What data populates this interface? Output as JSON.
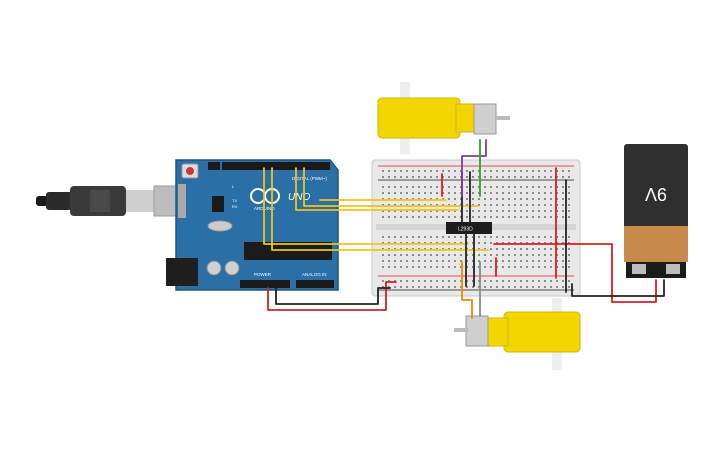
{
  "arduino": {
    "logo_text": "UNO",
    "brand_text": "ARDUINO",
    "digital_label": "DIGITAL (PWM~)",
    "analog_label": "ANALOG IN",
    "power_label": "POWER",
    "tx_label": "TX",
    "rx_label": "RX",
    "l_label": "L"
  },
  "chip": {
    "label": "L293D"
  },
  "battery": {
    "label": "9V"
  },
  "colors": {
    "board": "#2a6fa5",
    "board_edge": "#1d5583",
    "breadboard": "#e8e8e8",
    "motor_yellow": "#f3d600",
    "wire_yellow": "#f0c419",
    "wire_red": "#d62020",
    "wire_black": "#222222",
    "wire_green": "#2aa52a",
    "wire_purple": "#7a3fa0",
    "wire_orange": "#f08a00",
    "battery_top": "#2f2f2f",
    "battery_bottom": "#c88a4a"
  }
}
